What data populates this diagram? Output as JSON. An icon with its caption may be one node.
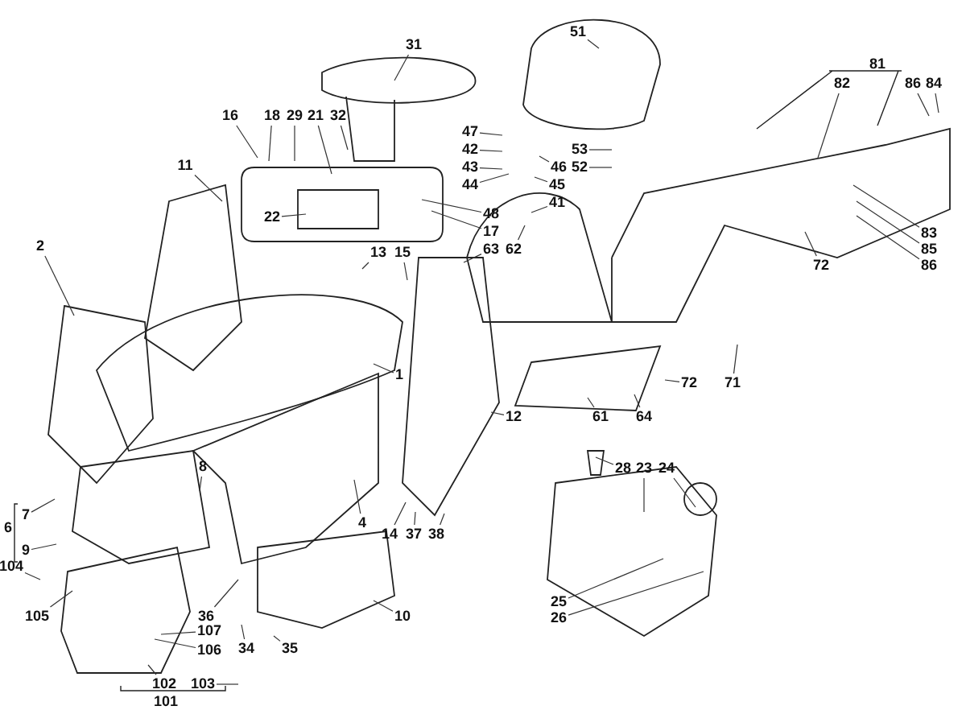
{
  "diagram": {
    "nodes": [
      {
        "text": [
          "31"
        ]
      },
      {
        "text": [
          "51"
        ]
      },
      {
        "text": [
          "16"
        ]
      },
      {
        "text": [
          "18"
        ]
      },
      {
        "text": [
          "29"
        ]
      },
      {
        "text": [
          "21"
        ]
      },
      {
        "text": [
          "32"
        ]
      },
      {
        "text": [
          "82"
        ]
      },
      {
        "text": [
          "86"
        ]
      },
      {
        "text": [
          "84"
        ]
      },
      {
        "text": [
          "47"
        ]
      },
      {
        "text": [
          "42"
        ]
      },
      {
        "text": [
          "53"
        ]
      },
      {
        "text": [
          "43"
        ]
      },
      {
        "text": [
          "11"
        ]
      },
      {
        "text": [
          "46"
        ]
      },
      {
        "text": [
          "52"
        ]
      },
      {
        "text": [
          "44"
        ]
      },
      {
        "text": [
          "45"
        ]
      },
      {
        "text": [
          "41"
        ]
      },
      {
        "text": [
          "22"
        ]
      },
      {
        "text": [
          "48"
        ]
      },
      {
        "text": [
          "83"
        ]
      },
      {
        "text": [
          "17"
        ]
      },
      {
        "text": [
          "2"
        ]
      },
      {
        "text": [
          "13"
        ]
      },
      {
        "text": [
          "15"
        ]
      },
      {
        "text": [
          "63"
        ]
      },
      {
        "text": [
          "62"
        ]
      },
      {
        "text": [
          "85"
        ]
      },
      {
        "text": [
          "86"
        ]
      },
      {
        "text": [
          "72"
        ]
      },
      {
        "text": [
          "1"
        ]
      },
      {
        "text": [
          "72"
        ]
      },
      {
        "text": [
          "71"
        ]
      },
      {
        "text": [
          "12"
        ]
      },
      {
        "text": [
          "61"
        ]
      },
      {
        "text": [
          "64"
        ]
      },
      {
        "text": [
          "8"
        ]
      },
      {
        "text": [
          "28"
        ]
      },
      {
        "text": [
          "23"
        ]
      },
      {
        "text": [
          "24"
        ]
      },
      {
        "text": [
          "7"
        ]
      },
      {
        "text": [
          "4"
        ]
      },
      {
        "text": [
          "14"
        ]
      },
      {
        "text": [
          "37"
        ]
      },
      {
        "text": [
          "38"
        ]
      },
      {
        "text": [
          "9"
        ]
      },
      {
        "text": [
          "104"
        ]
      },
      {
        "text": [
          "25"
        ]
      },
      {
        "text": [
          "36"
        ]
      },
      {
        "text": [
          "10"
        ]
      },
      {
        "text": [
          "105"
        ]
      },
      {
        "text": [
          "26"
        ]
      },
      {
        "text": [
          "107"
        ]
      },
      {
        "text": [
          "106"
        ]
      },
      {
        "text": [
          "34"
        ]
      },
      {
        "text": [
          "35"
        ]
      },
      {
        "text": [
          "102"
        ]
      },
      {
        "text": [
          "103"
        ]
      }
    ],
    "edges": [
      {
        "from": 0,
        "to": null,
        "arrow": "none"
      },
      {
        "from": 1,
        "to": null,
        "arrow": "none"
      },
      {
        "from": 2,
        "to": null,
        "arrow": "none"
      },
      {
        "from": 3,
        "to": null,
        "arrow": "none"
      },
      {
        "from": 4,
        "to": null,
        "arrow": "none"
      },
      {
        "from": 5,
        "to": null,
        "arrow": "none"
      },
      {
        "from": 6,
        "to": null,
        "arrow": "none"
      },
      {
        "from": 7,
        "to": null,
        "arrow": "none"
      },
      {
        "from": 8,
        "to": null,
        "arrow": "none"
      },
      {
        "from": 9,
        "to": null,
        "arrow": "none"
      },
      {
        "from": 10,
        "to": null,
        "arrow": "none"
      },
      {
        "from": 11,
        "to": null,
        "arrow": "none"
      },
      {
        "from": 12,
        "to": null,
        "arrow": "none"
      },
      {
        "from": 13,
        "to": null,
        "arrow": "none"
      },
      {
        "from": 14,
        "to": null,
        "arrow": "none"
      },
      {
        "from": 15,
        "to": null,
        "arrow": "none"
      },
      {
        "from": 16,
        "to": null,
        "arrow": "none"
      },
      {
        "from": 17,
        "to": null,
        "arrow": "none"
      },
      {
        "from": 18,
        "to": null,
        "arrow": "none"
      },
      {
        "from": 19,
        "to": null,
        "arrow": "none"
      },
      {
        "from": 20,
        "to": null,
        "arrow": "none"
      },
      {
        "from": 21,
        "to": null,
        "arrow": "none"
      },
      {
        "from": 22,
        "to": null,
        "arrow": "none"
      },
      {
        "from": 23,
        "to": null,
        "arrow": "none"
      },
      {
        "from": 24,
        "to": null,
        "arrow": "none"
      },
      {
        "from": 25,
        "to": null,
        "arrow": "none"
      },
      {
        "from": 26,
        "to": null,
        "arrow": "none"
      },
      {
        "from": 27,
        "to": null,
        "arrow": "none"
      },
      {
        "from": 28,
        "to": null,
        "arrow": "none"
      },
      {
        "from": 29,
        "to": null,
        "arrow": "none"
      },
      {
        "from": 30,
        "to": null,
        "arrow": "none"
      },
      {
        "from": 31,
        "to": null,
        "arrow": "none"
      },
      {
        "from": 32,
        "to": null,
        "arrow": "none"
      },
      {
        "from": 33,
        "to": null,
        "arrow": "none"
      },
      {
        "from": 34,
        "to": null,
        "arrow": "none"
      },
      {
        "from": 35,
        "to": null,
        "arrow": "none"
      },
      {
        "from": 36,
        "to": null,
        "arrow": "none"
      },
      {
        "from": 37,
        "to": null,
        "arrow": "none"
      },
      {
        "from": 38,
        "to": null,
        "arrow": "none"
      },
      {
        "from": 39,
        "to": null,
        "arrow": "none"
      },
      {
        "from": 40,
        "to": null,
        "arrow": "none"
      },
      {
        "from": 41,
        "to": null,
        "arrow": "none"
      },
      {
        "from": 42,
        "to": null,
        "arrow": "none"
      },
      {
        "from": 43,
        "to": null,
        "arrow": "none"
      },
      {
        "from": 44,
        "to": null,
        "arrow": "none"
      },
      {
        "from": 45,
        "to": null,
        "arrow": "none"
      },
      {
        "from": 46,
        "to": null,
        "arrow": "none"
      },
      {
        "from": 47,
        "to": null,
        "arrow": "none"
      },
      {
        "from": 48,
        "to": null,
        "arrow": "none"
      },
      {
        "from": 49,
        "to": null,
        "arrow": "none"
      },
      {
        "from": 50,
        "to": null,
        "arrow": "none"
      },
      {
        "from": 51,
        "to": null,
        "arrow": "none"
      },
      {
        "from": 52,
        "to": null,
        "arrow": "none"
      },
      {
        "from": 53,
        "to": null,
        "arrow": "none"
      },
      {
        "from": 54,
        "to": null,
        "arrow": "none"
      },
      {
        "from": 55,
        "to": null,
        "arrow": "none"
      },
      {
        "from": 56,
        "to": null,
        "arrow": "none"
      },
      {
        "from": 57,
        "to": null,
        "arrow": "none"
      },
      {
        "from": 58,
        "to": null,
        "arrow": "none"
      },
      {
        "from": 59,
        "to": null,
        "arrow": "none"
      }
    ],
    "labels": [
      "81",
      "6",
      "101"
    ]
  }
}
